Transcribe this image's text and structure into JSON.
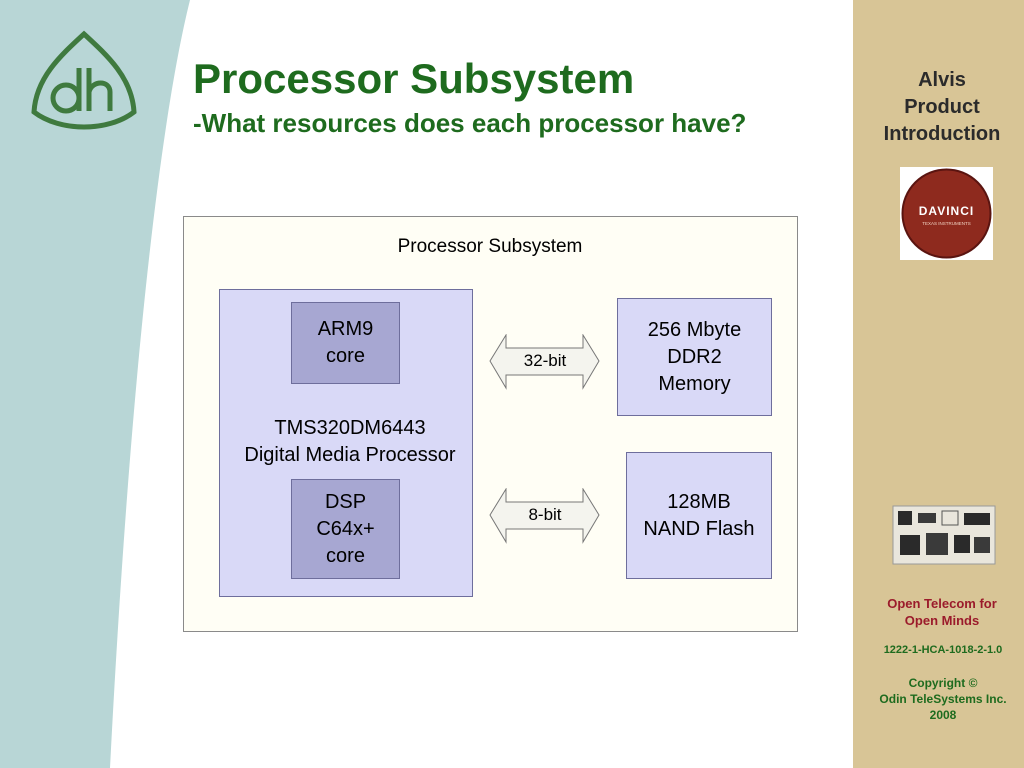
{
  "slide": {
    "title": "Processor Subsystem",
    "subtitle": "-What resources does each processor have?"
  },
  "sidebar": {
    "presentation_title": [
      "Alvis",
      "Product",
      "Introduction"
    ],
    "davinci_logo_text": "DAVINCI",
    "davinci_logo_subtext": "TEXAS INSTRUMENTS",
    "tagline": [
      "Open Telecom for",
      "Open Minds"
    ],
    "doc_number": "1222-1-HCA-1018-2-1.0",
    "copyright": [
      "Copyright ©",
      "Odin TeleSystems Inc.",
      "2008"
    ]
  },
  "diagram": {
    "frame_title": "Processor Subsystem",
    "processor": [
      "TMS320DM6443",
      "Digital Media Processor"
    ],
    "arm_core": [
      "ARM9",
      "core"
    ],
    "dsp_core": [
      "DSP",
      "C64x+",
      "core"
    ],
    "ddr_memory": [
      "256 Mbyte",
      "DDR2",
      "Memory"
    ],
    "nand_flash": [
      "128MB",
      "NAND Flash"
    ],
    "ddr_bus_label": "32-bit",
    "nand_bus_label": "8-bit"
  },
  "colors": {
    "title_green": "#1e6b1e",
    "sidebar_tan": "#d8c596",
    "accent_red": "#9b1b2b",
    "box_fill": "#d9d9f7",
    "core_fill": "#a7a7d2"
  }
}
